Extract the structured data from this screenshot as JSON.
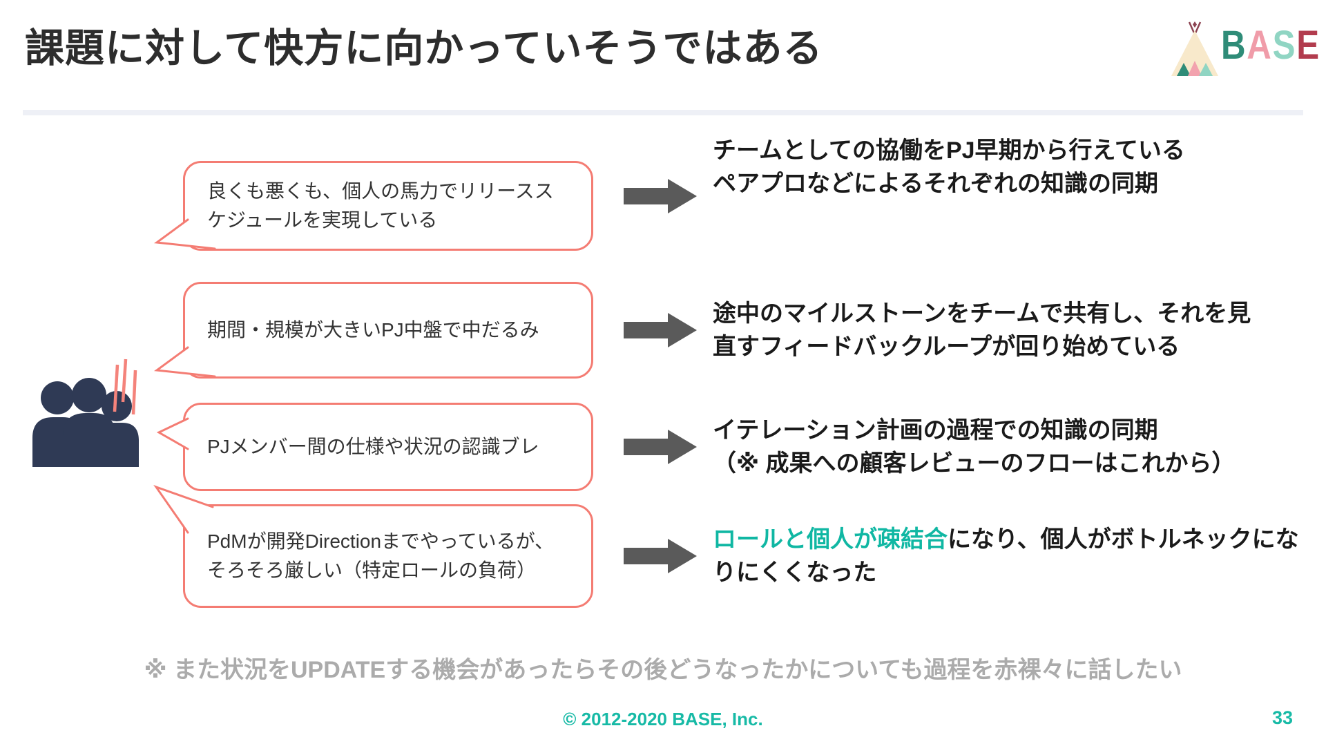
{
  "title": "課題に対して快方に向かっていそうではある",
  "logo": {
    "brand": "BASE",
    "letters": [
      {
        "char": "B",
        "color": "#2F8C78"
      },
      {
        "char": "A",
        "color": "#F09CA9"
      },
      {
        "char": "S",
        "color": "#90D5C3"
      },
      {
        "char": "E",
        "color": "#B23C4E"
      }
    ]
  },
  "rows": [
    {
      "bubble_text": "良くも悪くも、個人の馬力でリリーススケジュールを実現している",
      "result_lines": [
        "チームとしての協働をPJ早期から行えている",
        "ペアプロなどによるそれぞれの知識の同期"
      ]
    },
    {
      "bubble_text": "期間・規模が大きいPJ中盤で中だるみ",
      "result_lines": [
        "途中のマイルストーンをチームで共有し、それを見",
        "直すフィードバックループが回り始めている"
      ]
    },
    {
      "bubble_text": "PJメンバー間の仕様や状況の認識ブレ",
      "result_lines": [
        "イテレーション計画の過程での知識の同期",
        "（※ 成果への顧客レビューのフローはこれから）"
      ]
    },
    {
      "bubble_text": "PdMが開発Directionまでやっているが、そろそろ厳しい（特定ロールの負荷）",
      "result_segments": [
        {
          "text": "ロールと個人が疎結合",
          "color": "#10B7A3"
        },
        {
          "text": "になり、個人がボトルネックになりにくくなった",
          "color": "#1A1A1A"
        }
      ]
    }
  ],
  "note": "※ また状況をUPDATEする機会があったらその後どうなったかについても過程を赤裸々に話したい",
  "footer": {
    "copyright": "© 2012-2020 BASE, Inc.",
    "page": "33"
  },
  "colors": {
    "bubble_border": "#F47C73",
    "arrow_gray": "#5A5A5A",
    "people_navy": "#2F3A55",
    "stress_red": "#F4837B",
    "accent_teal": "#10B7A3",
    "footer_teal": "#17BAA6",
    "note_gray": "#ABABAB",
    "title_dark": "#2D2D2D",
    "divider_gray": "#EEF0F6",
    "tent_cream": "#F8E9CB",
    "tent_green": "#2F8C78",
    "tent_pink": "#F2A2AE",
    "tent_mint": "#90D5C3",
    "tent_pole": "#8C4351"
  }
}
